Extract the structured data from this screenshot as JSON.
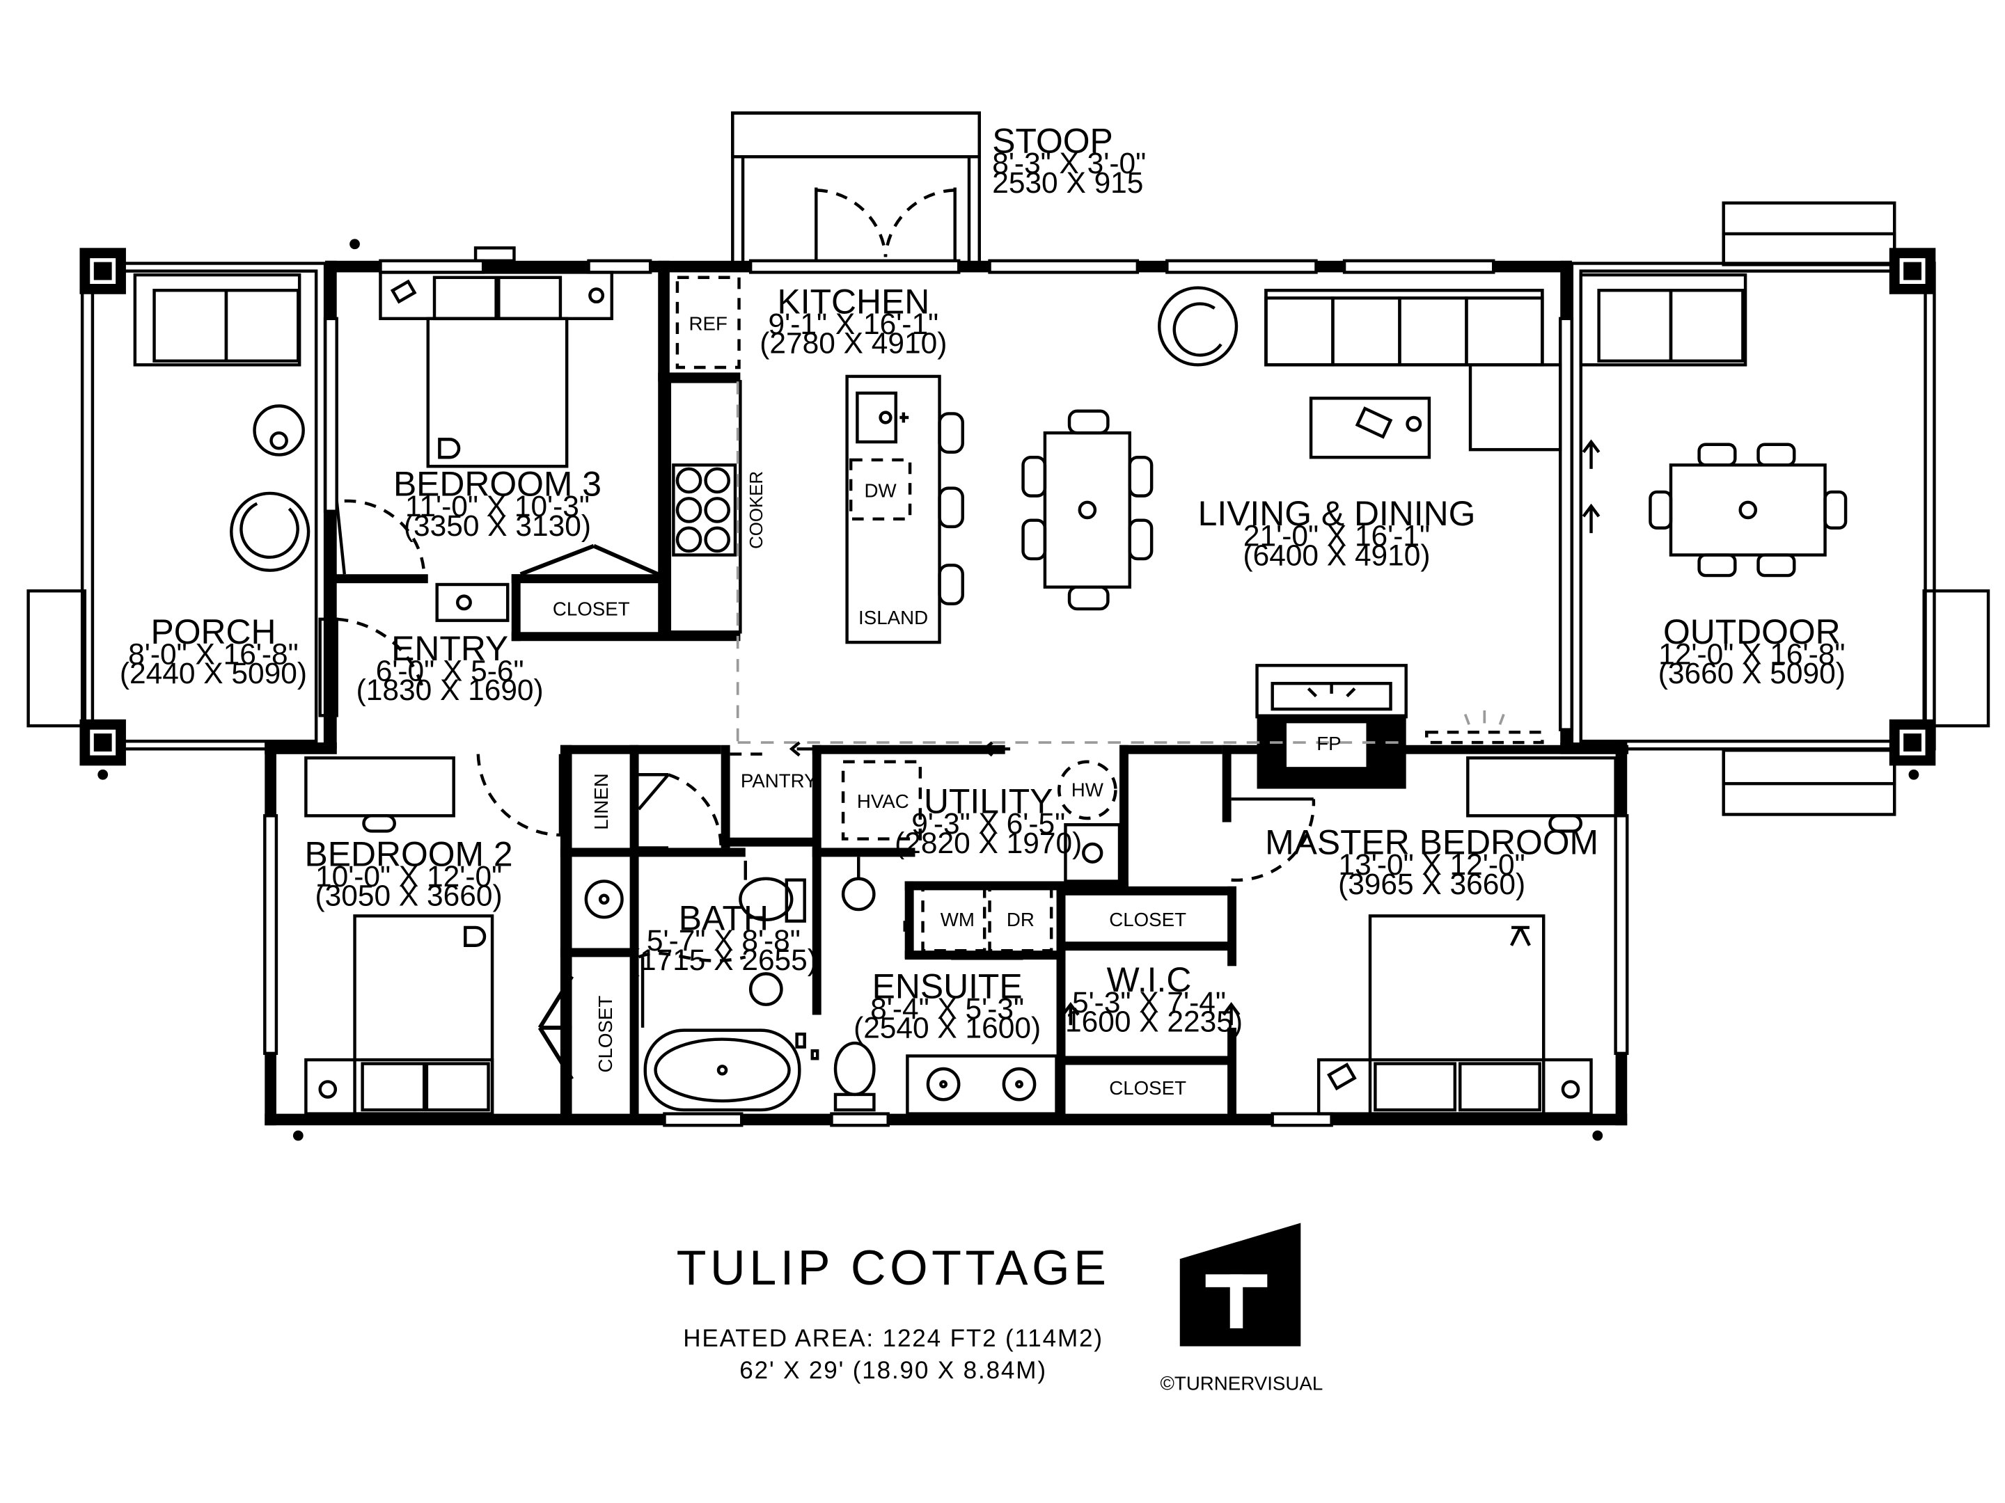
{
  "rooms": {
    "stoop": {
      "name": "STOOP",
      "dims": "8'-3\" X 3'-0\"",
      "metric": "2530 X 915"
    },
    "kitchen": {
      "name": "KITCHEN",
      "dims": "9'-1\" X 16'-1\"",
      "metric": "(2780 X 4910)"
    },
    "bedroom3": {
      "name": "BEDROOM 3",
      "dims": "11'-0\" X 10'-3\"",
      "metric": "(3350 X 3130)"
    },
    "living": {
      "name": "LIVING & DINING",
      "dims": "21'-0\" X 16'-1\"",
      "metric": "(6400 X 4910)"
    },
    "porch": {
      "name": "PORCH",
      "dims": "8'-0\" X 16'-8\"",
      "metric": "(2440 X 5090)"
    },
    "entry": {
      "name": "ENTRY",
      "dims": "6'-0\" X 5-6\"",
      "metric": "(1830 X 1690)"
    },
    "outdoor": {
      "name": "OUTDOOR",
      "dims": "12'-0\" X 16'-8\"",
      "metric": "(3660 X 5090)"
    },
    "utility": {
      "name": "UTILITY",
      "dims": "9'-3\" X 6'-5\"",
      "metric": "(2820 X 1970)"
    },
    "bedroom2": {
      "name": "BEDROOM 2",
      "dims": "10'-0\" X 12'-0\"",
      "metric": "(3050 X 3660)"
    },
    "master": {
      "name": "MASTER BEDROOM",
      "dims": "13'-0\" X 12'-0\"",
      "metric": "(3965 X 3660)"
    },
    "bath": {
      "name": "BATH",
      "dims": "5'-7\" X 8'-8\"",
      "metric": "(1715 X 2655)"
    },
    "ensuite": {
      "name": "ENSUITE",
      "dims": "8'-4\" X 5'-3\"",
      "metric": "(2540 X 1600)"
    },
    "wic": {
      "name": "W.I.C",
      "dims": "5'-3\" X 7'-4\"",
      "metric": "(1600 X 2235)"
    }
  },
  "labels": {
    "ref": "REF",
    "cooker": "COOKER",
    "dw": "DW",
    "island": "ISLAND",
    "closet": "CLOSET",
    "fp": "FP",
    "pantry": "PANTRY",
    "hvac": "HVAC",
    "hw": "HW",
    "linen": "LINEN",
    "wm": "WM",
    "dr": "DR"
  },
  "title_block": {
    "title": "TULIP COTTAGE",
    "heated_area": "HEATED AREA: 1224 FT2 (114M2)",
    "overall": "62' X 29' (18.90 X 8.84M)",
    "logo_letter": "T",
    "copyright": "©TURNERVISUAL"
  }
}
